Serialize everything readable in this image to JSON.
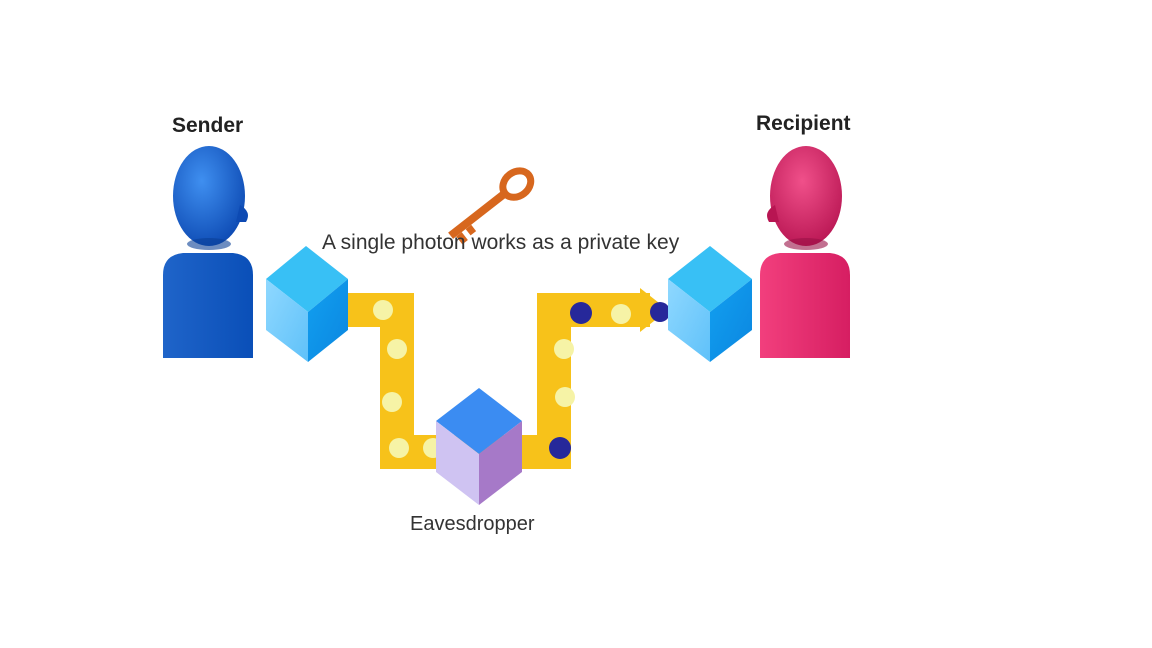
{
  "labels": {
    "sender": "Sender",
    "recipient": "Recipient",
    "caption": "A single photon works as a private key",
    "eavesdropper": "Eavesdropper"
  },
  "icons": {
    "key": "key-icon",
    "sender": "person-icon",
    "recipient": "person-icon",
    "photon_box": "cube-icon"
  },
  "colors": {
    "sender": "#1a5fc8",
    "recipient": "#e0306f",
    "channel": "#f7c21a",
    "photon_light": "#f6f3a6",
    "photon_dark": "#26289a",
    "key": "#d7671e",
    "cube_blue": "#27a9f2",
    "cube_purple": "#a679c8"
  }
}
